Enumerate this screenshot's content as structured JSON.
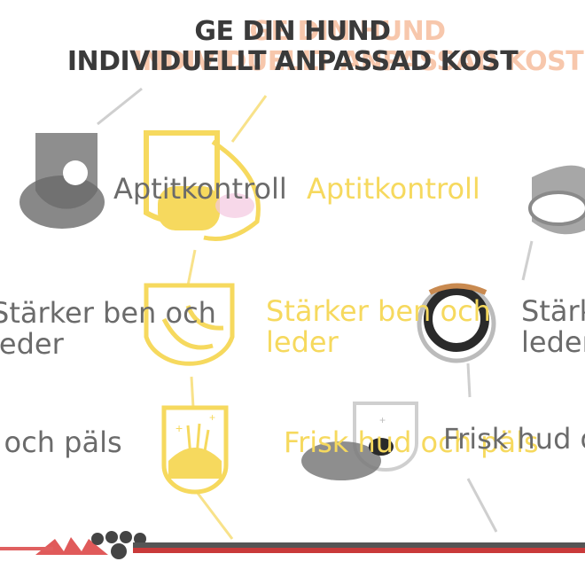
{
  "header": {
    "line1": "GE DIN HUND",
    "line2": "INDIVIDUELLT ANPASSAD KOST"
  },
  "benefits": [
    {
      "label": "Aptitkontroll",
      "icon": "appetite-icon"
    },
    {
      "label_line1": "Stärker ben och",
      "label_line2": "leder",
      "icon": "bone-joint-icon"
    },
    {
      "label": "Frisk hud och päls",
      "icon": "skin-coat-icon"
    }
  ],
  "colors": {
    "accent_yellow": "#f6d95e",
    "text_grey": "#6b6b6b",
    "brand_red": "#c93a3a",
    "title_dark": "#3a3a3a"
  },
  "brand": {
    "logo": "royal-canin-crown-logo"
  }
}
